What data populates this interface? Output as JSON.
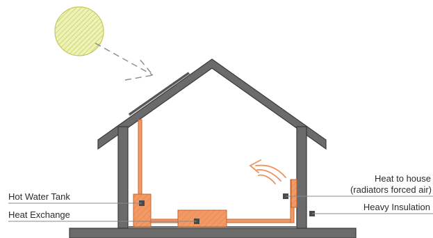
{
  "labels": {
    "hot_water_tank": "Hot Water Tank",
    "heat_exchange": "Heat Exchange",
    "heat_to_house_line1": "Heat to house",
    "heat_to_house_line2": "(radiators forced air)",
    "heavy_insulation": "Heavy Insulation"
  },
  "colors": {
    "wall": "#6b6b6b",
    "sun": "#e6ec9a",
    "component": "#f0925c",
    "component_stroke": "#c8642e",
    "leader_line": "#8a8a8a",
    "marker": "#4a4a4a"
  },
  "icons": {
    "sun": "sun-icon",
    "heat_flow": "heat-flow-icon"
  }
}
